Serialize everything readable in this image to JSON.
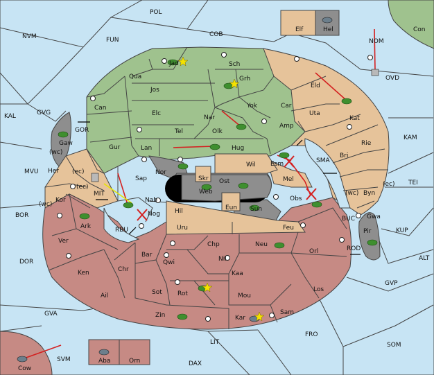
{
  "colors": {
    "sea": "#c7e4f4",
    "player_green": "#9fc28e",
    "neutral_tan": "#e6c39a",
    "player_red": "#c68a84",
    "player_grey": "#8e8e8e",
    "order_arrow": "#d42020",
    "support_line": "#e6e600"
  },
  "sea_labels": {
    "pol": "POL",
    "nvm": "NVM",
    "fun": "FUN",
    "cob": "COB",
    "nom": "NOM",
    "ovd": "OVD",
    "kal": "KAL",
    "gvg": "GVG",
    "gor": "GOR",
    "mvu": "MVU",
    "mit": "MIT",
    "bor": "BOR",
    "rbu": "RBU",
    "dor": "DOR",
    "gva": "GVA",
    "svm": "SVM",
    "lit": "LIT",
    "dax": "DAX",
    "fro": "FRO",
    "som": "SOM",
    "gvp": "GVP",
    "alt": "ALT",
    "kup": "KUP",
    "rod": "ROD",
    "buc": "BUC",
    "tei": "TEI",
    "kam": "KAM",
    "sma": "SMA"
  },
  "coast_notes": {
    "her": "(wc)",
    "her2": "(ec)",
    "kor": "(wc)",
    "kor2": "(ec)",
    "byn": "(wc)",
    "byn2": "(ec)"
  },
  "territories": {
    "elf": "Elf",
    "hel": "Hel",
    "con": "Con",
    "jad": "Jad",
    "sch": "Sch",
    "qua": "Qua",
    "jos": "Jos",
    "grh": "Grh",
    "eld": "Eld",
    "can": "Can",
    "elc": "Elc",
    "yok": "Yok",
    "car": "Car",
    "uta": "Uta",
    "kat": "Kat",
    "nar": "Nar",
    "olk": "Olk",
    "amp": "Amp",
    "tel": "Tel",
    "gur": "Gur",
    "lan": "Lan",
    "hug": "Hug",
    "esm": "Esm",
    "rie": "Rie",
    "bri": "Bri",
    "gaw": "Gaw",
    "her": "Her",
    "nor": "Nor",
    "wil": "Wil",
    "mel": "Mel",
    "sap": "Sap",
    "skr": "Skr",
    "ost": "Ost",
    "web": "Web",
    "byn": "Byn",
    "kor": "Kor",
    "nab": "Nab",
    "obs": "Obs",
    "eun": "Eun",
    "sun": "Sun",
    "gwa": "Gwa",
    "ark": "Ark",
    "nog": "Nog",
    "hil": "Hil",
    "pir": "Pir",
    "uru": "Uru",
    "feu": "Feu",
    "ver": "Ver",
    "chp": "Chp",
    "neu": "Neu",
    "orl": "Orl",
    "bar": "Bar",
    "qwi": "Qwi",
    "nil": "Nil",
    "ken": "Ken",
    "chr": "Chr",
    "kaa": "Kaa",
    "los": "Los",
    "ail": "Ail",
    "sot": "Sot",
    "rot": "Rot",
    "mou": "Mou",
    "zin": "Zin",
    "kar": "Kar",
    "sam": "Sam",
    "aba": "Aba",
    "orn": "Orn",
    "cow": "Cow"
  }
}
